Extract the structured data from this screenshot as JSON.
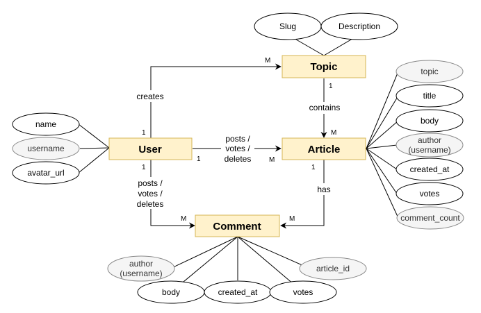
{
  "entities": {
    "topic": "Topic",
    "article": "Article",
    "user": "User",
    "comment": "Comment"
  },
  "attributes": {
    "topic": [
      "Slug",
      "Description"
    ],
    "user": [
      "name",
      "username",
      "avatar_url"
    ],
    "article": [
      "topic",
      "title",
      "body",
      [
        "author",
        "(username)"
      ],
      "created_at",
      "votes",
      "comment_count"
    ],
    "comment": [
      [
        "author",
        "(username)"
      ],
      "body",
      "created_at",
      "votes",
      "article_id"
    ]
  },
  "relationships": {
    "creates": {
      "label": [
        "creates"
      ],
      "from_card": "1",
      "to_card": "M"
    },
    "contains": {
      "label": [
        "contains"
      ],
      "from_card": "1",
      "to_card": "M"
    },
    "user_article": {
      "label": [
        "posts /",
        "votes /",
        "deletes"
      ],
      "from_card": "1",
      "to_card": "M"
    },
    "user_comment": {
      "label": [
        "posts /",
        "votes /",
        "deletes"
      ],
      "from_card": "1",
      "to_card": "M"
    },
    "has": {
      "label": [
        "has"
      ],
      "from_card": "1",
      "to_card": "M"
    }
  }
}
